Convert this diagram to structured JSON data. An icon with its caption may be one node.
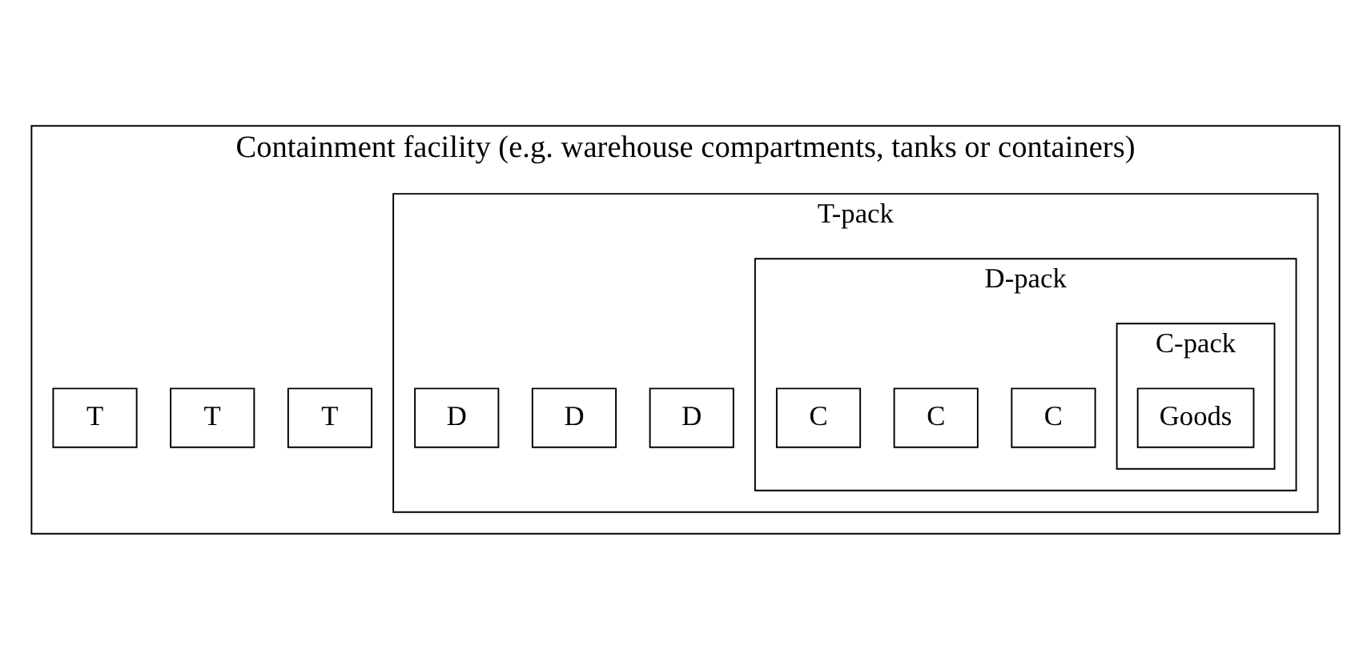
{
  "diagram": {
    "nodes": [
      {
        "text": [
          "Containment facility (e.g. warehouse compartments, tanks or containers)"
        ]
      },
      {
        "text": [
          "T-pack"
        ],
        "in": 0
      },
      {
        "text": [
          "D-pack"
        ],
        "in": 1
      },
      {
        "text": [
          "C-pack"
        ],
        "in": 2
      },
      {
        "text": [
          "Goods"
        ],
        "in": 3
      },
      {
        "text": [
          "C"
        ],
        "in": 2
      },
      {
        "text": [
          "C"
        ],
        "in": 2
      },
      {
        "text": [
          "C"
        ],
        "in": 2
      },
      {
        "text": [
          "D"
        ],
        "in": 1
      },
      {
        "text": [
          "D"
        ],
        "in": 1
      },
      {
        "text": [
          "D"
        ],
        "in": 1
      },
      {
        "text": [
          "T"
        ],
        "in": 0
      },
      {
        "text": [
          "T"
        ],
        "in": 0
      },
      {
        "text": [
          "T"
        ],
        "in": 0
      }
    ]
  }
}
